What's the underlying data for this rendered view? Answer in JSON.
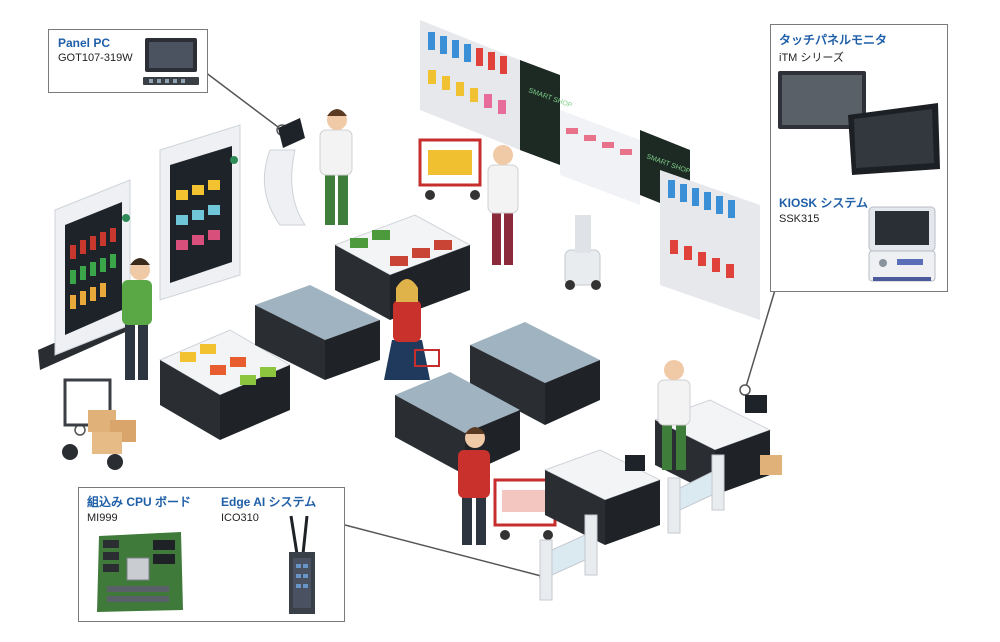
{
  "callouts": {
    "panel_pc": {
      "title": "Panel PC",
      "model": "GOT107-319W"
    },
    "touch_monitor": {
      "title": "タッチパネルモニタ",
      "model": "iTM シリーズ"
    },
    "kiosk": {
      "title": "KIOSK システム",
      "model": "SSK315"
    },
    "cpu_board": {
      "title": "組込み CPU ボード",
      "model": "MI999"
    },
    "edge_ai": {
      "title": "Edge AI システム",
      "model": "ICO310"
    }
  },
  "scene_signs": {
    "smart_shop_1": "SMART SHOP",
    "smart_shop_2": "SMART SHOP"
  },
  "colors": {
    "title_blue": "#1f5fa8",
    "border_gray": "#7a7a7a",
    "floor_gray": "#e9ebee"
  }
}
